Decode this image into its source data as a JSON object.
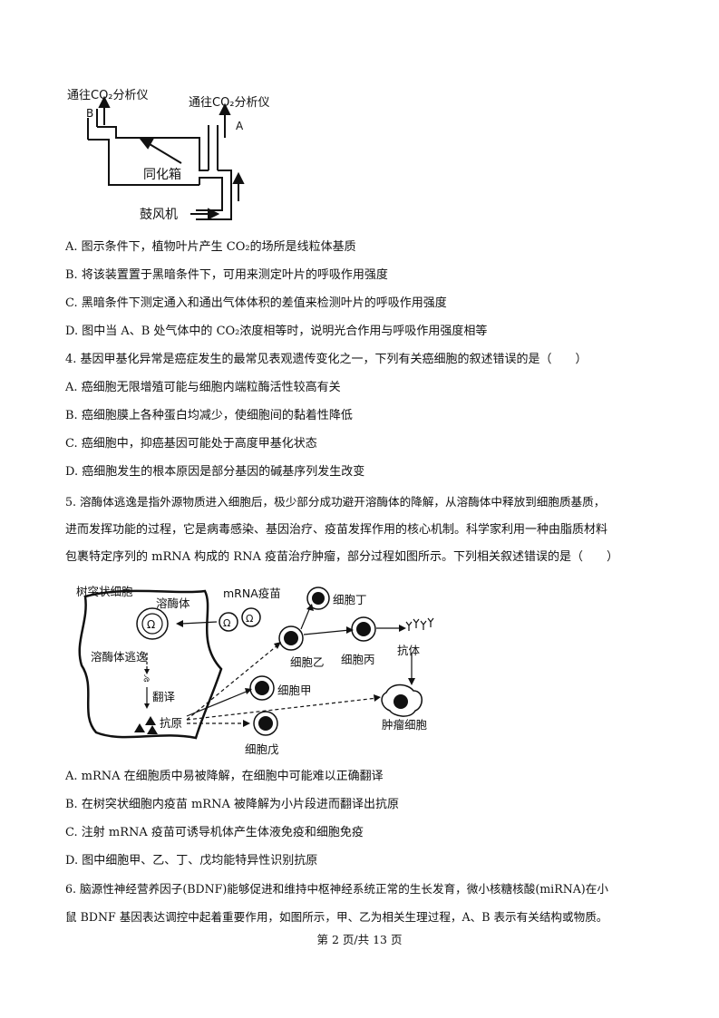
{
  "figure1": {
    "label_left": "通往CO₂分析仪",
    "label_right": "通往CO₂分析仪",
    "label_b": "B",
    "label_a": "A",
    "box_label": "同化箱",
    "fan_label": "鼓风机"
  },
  "q3_options": [
    "A.  图示条件下，植物叶片产生 CO₂的场所是线粒体基质",
    "B.  将该装置置于黑暗条件下，可用来测定叶片的呼吸作用强度",
    "C.  黑暗条件下测定通入和通出气体体积的差值来检测叶片的呼吸作用强度",
    "D.  图中当 A、B 处气体中的 CO₂浓度相等时，说明光合作用与呼吸作用强度相等"
  ],
  "q4": {
    "stem": "4.  基因甲基化异常是癌症发生的最常见表观遗传变化之一，下列有关癌细胞的叙述错误的是（　　）",
    "options": [
      "A.  癌细胞无限增殖可能与细胞内端粒酶活性较高有关",
      "B.  癌细胞膜上各种蛋白均减少，使细胞间的黏着性降低",
      "C.  癌细胞中，抑癌基因可能处于高度甲基化状态",
      "D.  癌细胞发生的根本原因是部分基因的碱基序列发生改变"
    ]
  },
  "q5": {
    "stem_lines": [
      "5.  溶酶体逃逸是指外源物质进入细胞后，极少部分成功避开溶酶体的降解，从溶酶体中释放到细胞质基质，",
      "进而发挥功能的过程，它是病毒感染、基因治疗、疫苗发挥作用的核心机制。科学家利用一种由脂质材料",
      "包裹特定序列的 mRNA 构成的 RNA 疫苗治疗肿瘤，部分过程如图所示。下列相关叙述错误的是（　　）"
    ],
    "options": [
      "A. mRNA 在细胞质中易被降解，在细胞中可能难以正确翻译",
      "B.  在树突状细胞内疫苗 mRNA 被降解为小片段进而翻译出抗原",
      "C.  注射 mRNA 疫苗可诱导机体产生体液免疫和细胞免疫",
      "D.  图中细胞甲、乙、丁、戊均能特异性识别抗原"
    ]
  },
  "figure2": {
    "dendritic": "树突状细胞",
    "lysosome": "溶酶体",
    "vaccine": "mRNA疫苗",
    "escape": "溶酶体逃逸",
    "translate": "翻译",
    "antigen": "抗原",
    "cell_ding": "细胞丁",
    "cell_yi": "细胞乙",
    "cell_bing": "细胞丙",
    "antibody": "抗体",
    "cell_jia": "细胞甲",
    "tumor": "肿瘤细胞",
    "cell_wu": "细胞戊"
  },
  "q6": {
    "stem_lines": [
      "6.  脑源性神经营养因子(BDNF)能够促进和维持中枢神经系统正常的生长发育，微小核糖核酸(miRNA)在小",
      "鼠 BDNF 基因表达调控中起着重要作用，如图所示，甲、乙为相关生理过程，A、B 表示有关结构或物质。"
    ]
  },
  "footer": "第 2 页/共 13 页"
}
